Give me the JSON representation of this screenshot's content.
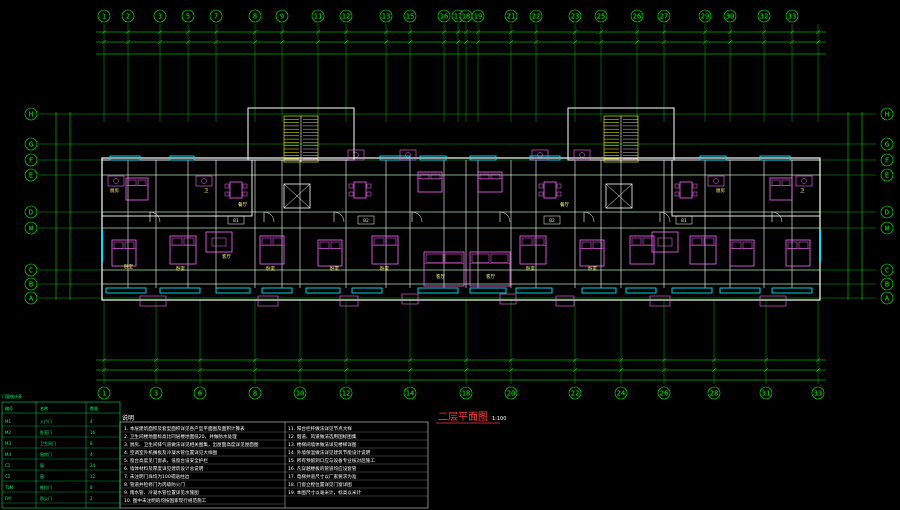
{
  "colors": {
    "background": "#000000",
    "axis": "#00ff00",
    "wall": "#ffffff",
    "window": "#00e5ff",
    "furniture": "#ff66ff",
    "stair": "#ffff00",
    "title": "#ff3b3b",
    "dimension": "#00ff00"
  },
  "drawing": {
    "title": "二层平面图",
    "scale": "1:100"
  },
  "axes": {
    "top_numbers": [
      "1",
      "2",
      "3",
      "5",
      "7",
      "8",
      "9",
      "11",
      "12",
      "13",
      "15",
      "16",
      "17",
      "18",
      "19",
      "21",
      "22",
      "23",
      "25",
      "26",
      "27",
      "29",
      "30",
      "32",
      "33"
    ],
    "bottom_numbers": [
      "1",
      "3",
      "6",
      "8",
      "10",
      "12",
      "14",
      "18",
      "20",
      "22",
      "24",
      "26",
      "28",
      "31",
      "33"
    ],
    "row_letters": [
      "H",
      "G",
      "F",
      "E",
      "D",
      "W",
      "C",
      "B",
      "A"
    ]
  },
  "unit_labels": [
    "B1",
    "B2",
    "B2",
    "B1"
  ],
  "room_labels": [
    "卧室",
    "卧室",
    "卧室",
    "客厅",
    "餐厅",
    "厨房",
    "卫",
    "卧室",
    "卧室",
    "客厅",
    "客厅",
    "卧室",
    "卧室",
    "餐厅",
    "厨房",
    "卫"
  ],
  "notes": {
    "heading": "说明",
    "left": [
      "1. 本层建筑面积及套型面积详见各户型平面图及面积计算表",
      "2. 卫生间楼地面标高比同层楼地面低20，并做防水处理",
      "3. 厨房、卫生间排气道做法详见相关图集，出屋面高度详见屋面图",
      "4. 空调室外机搁板及冷凝水管位置详见大样图",
      "5. 窗台高度见门窗表，低窗台设安全护栏",
      "6. 墙体材料及厚度详见建筑设计总说明",
      "7. 未注明门垛均为100或贴柱边",
      "8. 管道井检修门为丙级防火门",
      "9. 雨水管、冷凝水管位置详见水施图",
      "10. 图中未注明的均按国家现行规范施工"
    ],
    "right": [
      "11. 阳台栏杆做法详见节点大样",
      "12. 烟道、风道做法选用国标图集",
      "13. 楼梯间墙体做法详见楼梯详图",
      "14. 外墙保温做法详见建筑节能设计说明",
      "15. 所有预留洞口应与设备专业核对后施工",
      "16. 凡穿越楼板的管道均应设套管",
      "17. 电梯井道尺寸以厂家要求为准",
      "18. 门窗立樘位置详见门窗详图",
      "19. 本图尺寸以毫米计，标高以米计"
    ]
  },
  "legend_table": {
    "title": "门窗统计表",
    "header": [
      "编号",
      "名称",
      "数量"
    ],
    "rows": [
      [
        "M1",
        "入户门",
        "4"
      ],
      [
        "M2",
        "卧室门",
        "16"
      ],
      [
        "M3",
        "卫生间门",
        "8"
      ],
      [
        "M4",
        "厨房门",
        "4"
      ],
      [
        "C1",
        "窗",
        "24"
      ],
      [
        "C2",
        "窗",
        "12"
      ],
      [
        "TLM",
        "推拉门",
        "8"
      ],
      [
        "FM",
        "防火门",
        "2"
      ]
    ]
  }
}
